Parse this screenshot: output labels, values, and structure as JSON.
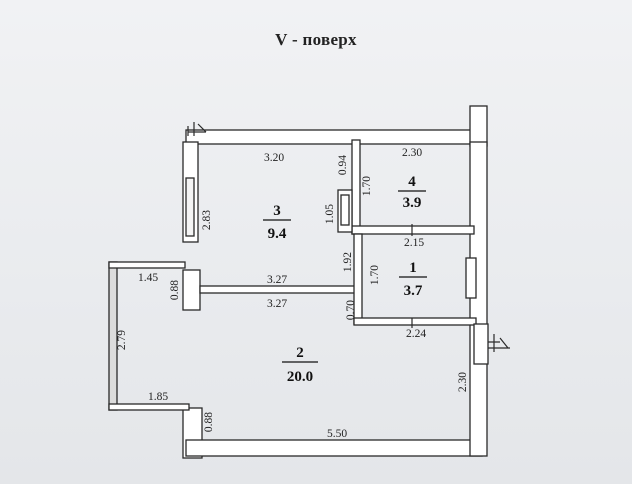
{
  "title": "V - поверх",
  "rooms": [
    {
      "number": "1",
      "area": "3.7"
    },
    {
      "number": "2",
      "area": "20.0"
    },
    {
      "number": "3",
      "area": "9.4"
    },
    {
      "number": "4",
      "area": "3.9"
    }
  ],
  "dimensions": {
    "room3_top": "3.20",
    "room3_left": "2.83",
    "room3_bottom": "3.27",
    "room3_right_upper": "0.94",
    "room3_right_lower": "1.05",
    "room4_top": "2.30",
    "room4_left": "1.70",
    "room4_bottom": "2.15",
    "corridor_bottom": "3.27",
    "corridor_left": "0.88",
    "room1_gap": "1.92",
    "room1_left": "1.70",
    "room1_lower": "0.70",
    "room1_bottom": "2.24",
    "balcony_top": "1.45",
    "balcony_left": "2.79",
    "balcony_bottom": "1.85",
    "entry_left": "0.88",
    "bottom_wall": "5.50",
    "right_wall": "2.30"
  },
  "colors": {
    "wall": "#ffffff",
    "wall_outline": "#2a2a2a",
    "ink": "#111111"
  }
}
